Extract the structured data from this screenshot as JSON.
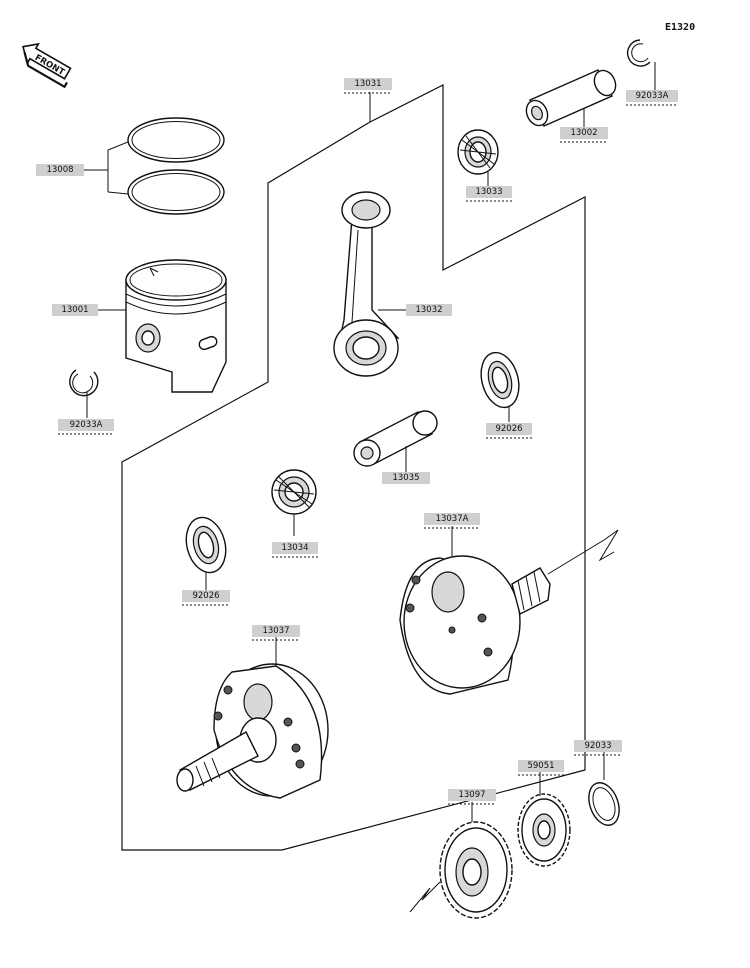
{
  "diagram_code": "E1320",
  "front_label": "FRONT",
  "parts": {
    "p13031": "13031",
    "p92033A_top": "92033A",
    "p13002": "13002",
    "p13008": "13008",
    "p13033": "13033",
    "p13001": "13001",
    "p13032": "13032",
    "p92033A_left": "92033A",
    "p92026_right": "92026",
    "p13035": "13035",
    "p13034": "13034",
    "p13037A": "13037A",
    "p92026_left": "92026",
    "p13037": "13037",
    "p92033": "92033",
    "p59051": "59051",
    "p13097": "13097"
  },
  "icons": {
    "front_arrow": "front-arrow-icon"
  }
}
